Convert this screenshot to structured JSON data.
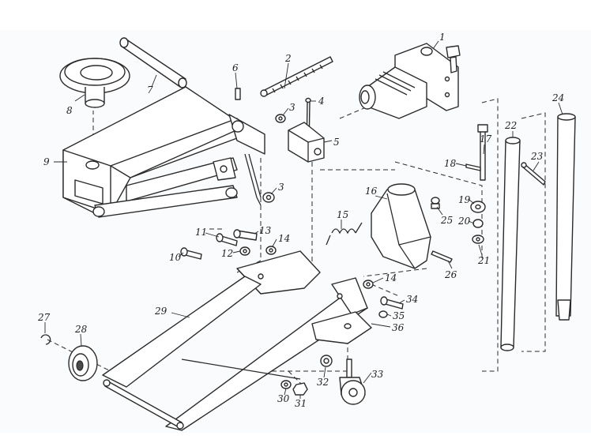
{
  "colors": {
    "ink": "#2b2b2b",
    "paper": "#fafbfc"
  },
  "callouts": [
    {
      "label": "1"
    },
    {
      "label": "2"
    },
    {
      "label": "3"
    },
    {
      "label": "3"
    },
    {
      "label": "4"
    },
    {
      "label": "5"
    },
    {
      "label": "6"
    },
    {
      "label": "7"
    },
    {
      "label": "8"
    },
    {
      "label": "9"
    },
    {
      "label": "10"
    },
    {
      "label": "11"
    },
    {
      "label": "12"
    },
    {
      "label": "13"
    },
    {
      "label": "14"
    },
    {
      "label": "14"
    },
    {
      "label": "15"
    },
    {
      "label": "16"
    },
    {
      "label": "17"
    },
    {
      "label": "18"
    },
    {
      "label": "19"
    },
    {
      "label": "20"
    },
    {
      "label": "21"
    },
    {
      "label": "22"
    },
    {
      "label": "23"
    },
    {
      "label": "24"
    },
    {
      "label": "25"
    },
    {
      "label": "26"
    },
    {
      "label": "27"
    },
    {
      "label": "28"
    },
    {
      "label": "29"
    },
    {
      "label": "30"
    },
    {
      "label": "31"
    },
    {
      "label": "32"
    },
    {
      "label": "33"
    },
    {
      "label": "34"
    },
    {
      "label": "35"
    },
    {
      "label": "36"
    }
  ]
}
